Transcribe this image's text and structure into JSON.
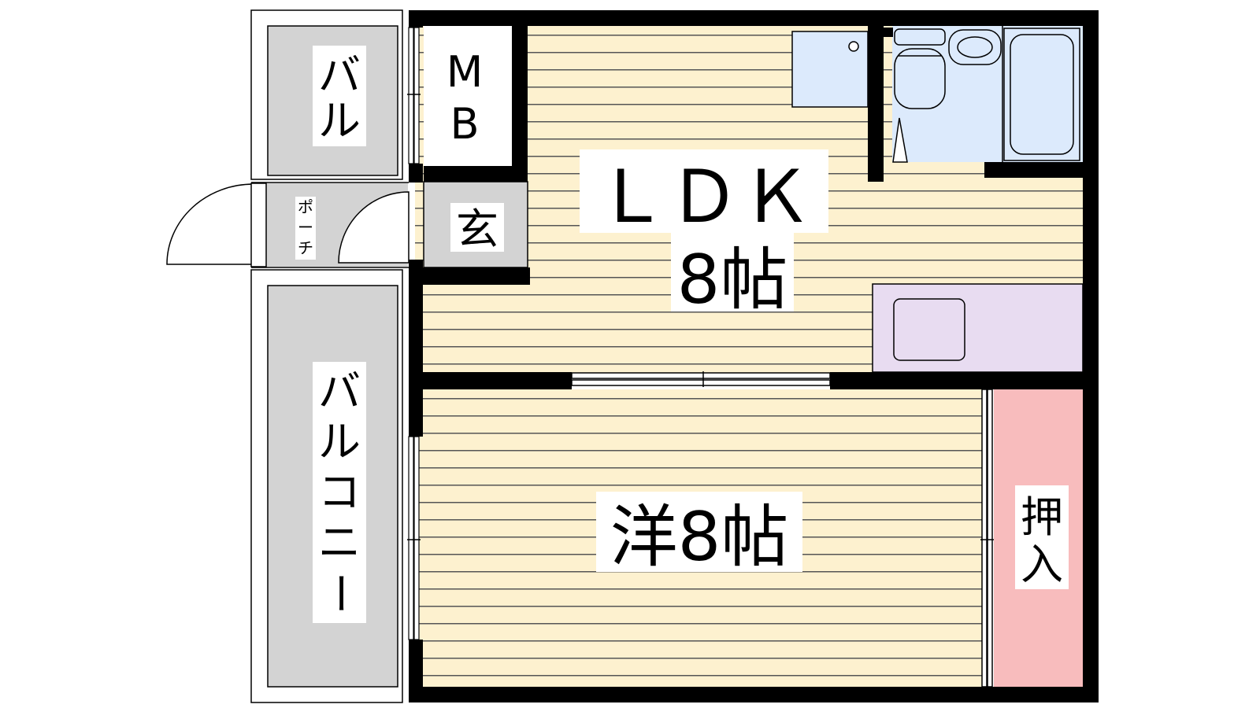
{
  "floor_plan": {
    "rooms": {
      "balcony_top": {
        "label_line1": "バ",
        "label_line2": "ル"
      },
      "mb": {
        "label_line1": "M",
        "label_line2": "B"
      },
      "porch": {
        "label_line1": "ポ",
        "label_line2": "ー",
        "label_line3": "チ"
      },
      "genkan": {
        "label": "玄"
      },
      "ldk": {
        "label_line1": "ＬＤＫ",
        "label_line2": "8帖"
      },
      "western_room": {
        "label": "洋8帖"
      },
      "closet": {
        "label_line1": "押",
        "label_line2": "入"
      },
      "balcony_main": {
        "chars": [
          "バ",
          "ル",
          "コ",
          "ニ",
          "ー"
        ]
      }
    },
    "colors": {
      "wall": "#000000",
      "floor": "#fdf1cf",
      "floor_line": "#555555",
      "balcony": "#d3d3d3",
      "wet_area": "#dceafc",
      "kitchen": "#e8dcf1",
      "closet": "#f8bcbd"
    }
  }
}
